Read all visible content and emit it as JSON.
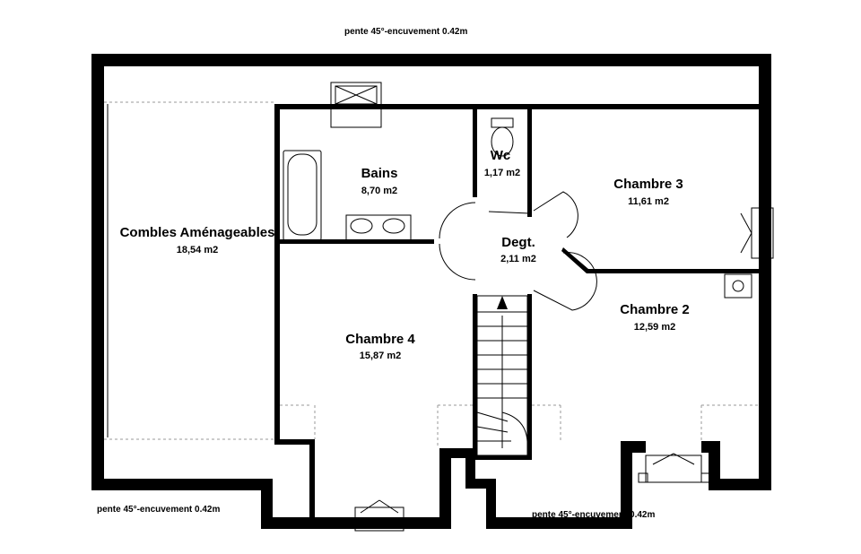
{
  "roof_notes": {
    "top": "pente 45°-encuvement 0.42m",
    "bottom_left": "pente 45°-encuvement 0.42m",
    "bottom_right": "pente 45°-encuvement 0.42m"
  },
  "rooms": {
    "combles": {
      "name": "Combles Aménageables",
      "area": "18,54 m2"
    },
    "bains": {
      "name": "Bains",
      "area": "8,70 m2"
    },
    "wc": {
      "name": "Wc",
      "area": "1,17 m2"
    },
    "degt": {
      "name": "Degt.",
      "area": "2,11 m2"
    },
    "chambre3": {
      "name": "Chambre 3",
      "area": "11,61 m2"
    },
    "chambre2": {
      "name": "Chambre 2",
      "area": "12,59 m2"
    },
    "chambre4": {
      "name": "Chambre 4",
      "area": "15,87 m2"
    }
  },
  "colors": {
    "wall": "#000000",
    "background": "#ffffff",
    "eaves_line": "#999999"
  }
}
